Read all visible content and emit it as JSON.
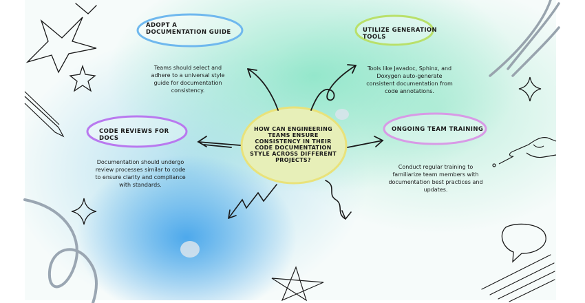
{
  "center": {
    "question": "How can engineering teams ensure consistency in their code documentation style across different projects?"
  },
  "nodes": [
    {
      "title": "Adopt a Documentation Guide",
      "description": "Teams should select and adhere to a universal style guide for documentation consistency."
    },
    {
      "title": "Utilize Generation Tools",
      "description": "Tools like Javadoc, Sphinx, and Doxygen auto-generate consistent documentation from code annotations."
    },
    {
      "title": "Code Reviews for Docs",
      "description": "Documentation should undergo review processes similar to code to ensure clarity and compliance with standards."
    },
    {
      "title": "Ongoing Team Training",
      "description": "Conduct regular training to familiarize team members with documentation best practices and updates."
    }
  ],
  "colors": {
    "guide_ring": "#6fb8ee",
    "tools_ring": "#b9e06a",
    "reviews_ring": "#b979ef",
    "training_ring": "#d89ae6",
    "center_ring": "#e9e27a",
    "center_fill": "#e7efb8",
    "ink": "#1a1a1a",
    "swirl": "#9aa6b2"
  }
}
